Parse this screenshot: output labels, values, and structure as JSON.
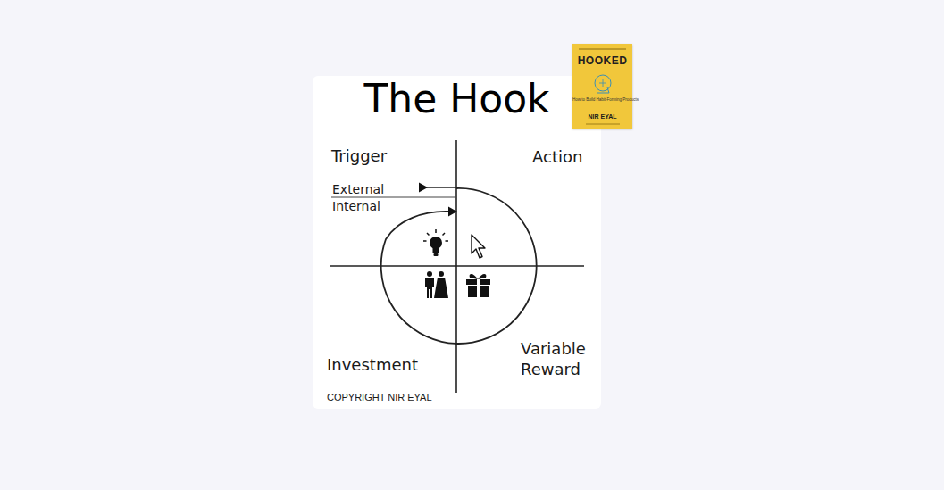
{
  "diagram": {
    "title": "The Hook",
    "labels": [
      "Trigger",
      "Action",
      "External",
      "Internal",
      "Investment",
      "Variable Reward",
      "COPYRIGHT NIR EYAL",
      "HOOKED",
      "How to Build Habit-Forming Products",
      "NIR EYAL"
    ]
  }
}
